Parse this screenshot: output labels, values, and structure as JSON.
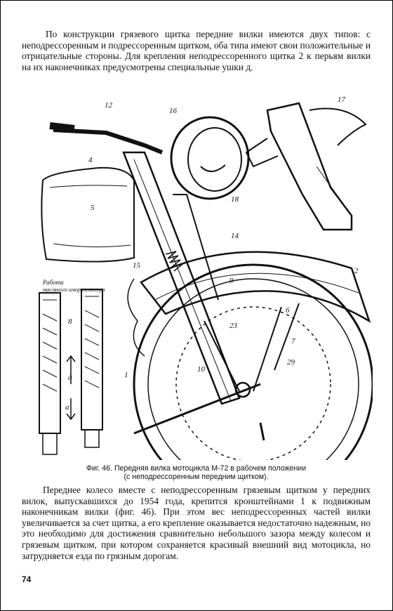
{
  "paragraph_top": "По конструкции грязевого щитка передние вилки имеются двух типов: с неподрессоренным и подрессоренным щитком, оба типа имеют свои положительные и отрицательные стороны. Для крепления неподрессоренного щитка 2 к перьям вилки на их наконечниках предусмотрены специальные ушки д.",
  "figure": {
    "callouts": {
      "n12": "12",
      "n16": "16",
      "n17": "17",
      "n4": "4",
      "n5": "5",
      "n18": "18",
      "n14": "14",
      "n15": "15",
      "n9": "9",
      "n2": "2",
      "n6": "6",
      "n23": "23",
      "n7": "7",
      "n10": "10",
      "n29": "29",
      "n1": "1",
      "n8": "8",
      "na": "а",
      "nd": "д"
    },
    "tank_label_line1": "Работа",
    "tank_label_line2": "масляного амортизатора"
  },
  "caption": {
    "line1": "Фиг. 46. Передняя вилка мотоцикла М-72 в рабочем положении",
    "line2": "(с неподрессоренным передним щитком)."
  },
  "paragraph_bottom": "Переднее колесо вместе с неподрессоренным грязевым щитком у передних вилок, выпускавшихся до 1954 года, крепится кронштейнами 1 к подвижным наконечникам вилки (фиг. 46). При этом вес неподрессоренных частей вилки увеличивается за счет щитка, а его крепление оказывается недостаточно надежным, но это необходимо для достижения сравнительно небольшого зазора между колесом и грязевым щитком, при котором сохраняется красивый внешний вид мотоцикла, но затрудняется езда по грязным дорогам.",
  "page_number": "74"
}
